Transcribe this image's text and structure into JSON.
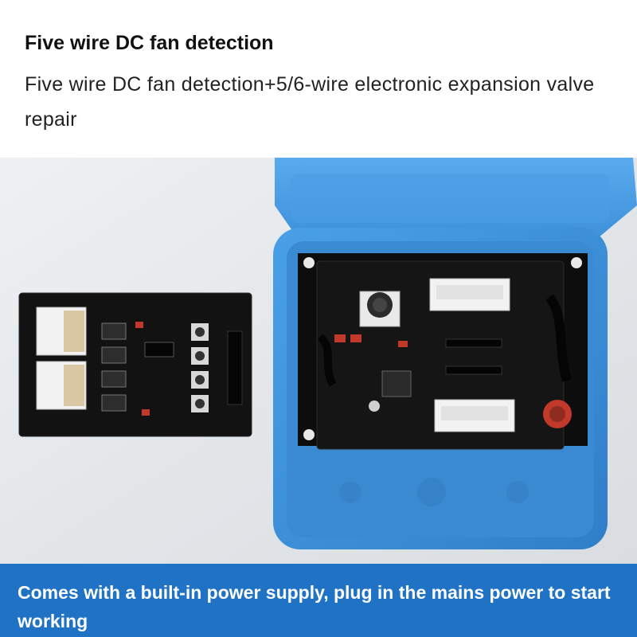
{
  "header": {
    "title": "Five wire DC fan detection",
    "subtitle": "Five wire DC fan detection+5/6-wire electronic expansion valve repair"
  },
  "footer": {
    "text": "Comes with a built-in power supply, plug in the mains power to start working"
  },
  "colors": {
    "banner": "#1f72c4",
    "case_blue": "#3d8fd6",
    "pcb": "#111111",
    "connector": "#f2f2f2",
    "fuse": "#c0392b"
  },
  "icons": {
    "potentiometer": "potentiometer-knob-icon",
    "buttons": "tactile-button-icon"
  }
}
